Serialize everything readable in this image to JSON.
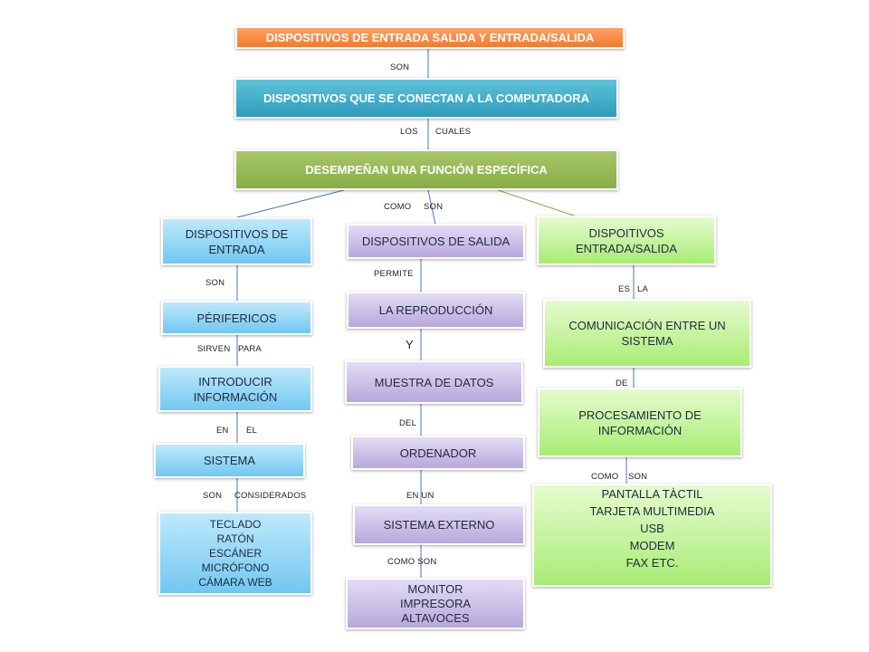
{
  "nodes": {
    "root": "DISPOSITIVOS DE ENTRADA SALIDA Y ENTRADA/SALIDA",
    "conectan": "DISPOSITIVOS QUE SE CONECTAN A LA COMPUTADORA",
    "funcion": "DESEMPEÑAN UNA FUNCIÓN ESPECÍFICA",
    "entrada": "DISPOSITIVOS DE ENTRADA",
    "perifericos": "PÉRIFERICOS",
    "introducir": "INTRODUCIR INFORMACIÓN",
    "sistema": "SISTEMA",
    "entrada_items": [
      "TECLADO",
      "RATÓN",
      "ESCÁNER",
      "MICRÓFONO",
      "CÁMARA WEB"
    ],
    "salida": "DISPOSITIVOS DE SALIDA",
    "reproduccion": "LA REPRODUCCIÓN",
    "muestra": "MUESTRA DE DATOS",
    "ordenador": "ORDENADOR",
    "sistema_externo": "SISTEMA EXTERNO",
    "salida_items": [
      "MONITOR",
      "IMPRESORA",
      "ALTAVOCES"
    ],
    "es": "DISPOITIVOS ENTRADA/SALIDA",
    "comunicacion": "COMUNICACIÓN ENTRE UN SISTEMA",
    "procesamiento": "PROCESAMIENTO DE INFORMACIÓN",
    "es_items": [
      "PANTALLA TÀCTIL",
      "TARJETA MULTIMEDIA",
      "USB",
      "MODEM",
      "FAX ETC."
    ]
  },
  "labels": {
    "son1": "SON",
    "los": "LOS",
    "cuales": "CUALES",
    "como": "COMO",
    "son2": "SON",
    "son_entrada": "SON",
    "sirven": "SIRVEN",
    "para": "PARA",
    "en": "EN",
    "el": "EL",
    "son_sistema": "SON",
    "considerados": "CONSIDERADOS",
    "permite": "PERMITE",
    "y": "Y",
    "del": "DEL",
    "en_un": "EN UN",
    "como_son_salida": "COMO SON",
    "es": "ES",
    "la": "LA",
    "de": "DE",
    "como_es": "COMO",
    "son_es": "SON"
  },
  "colors": {
    "orange": "#f47a2f",
    "teal": "#2e9cbb",
    "olive": "#88ad45",
    "blue": "#71c7f1",
    "purple": "#b7a8dc",
    "green": "#a8ec73"
  }
}
